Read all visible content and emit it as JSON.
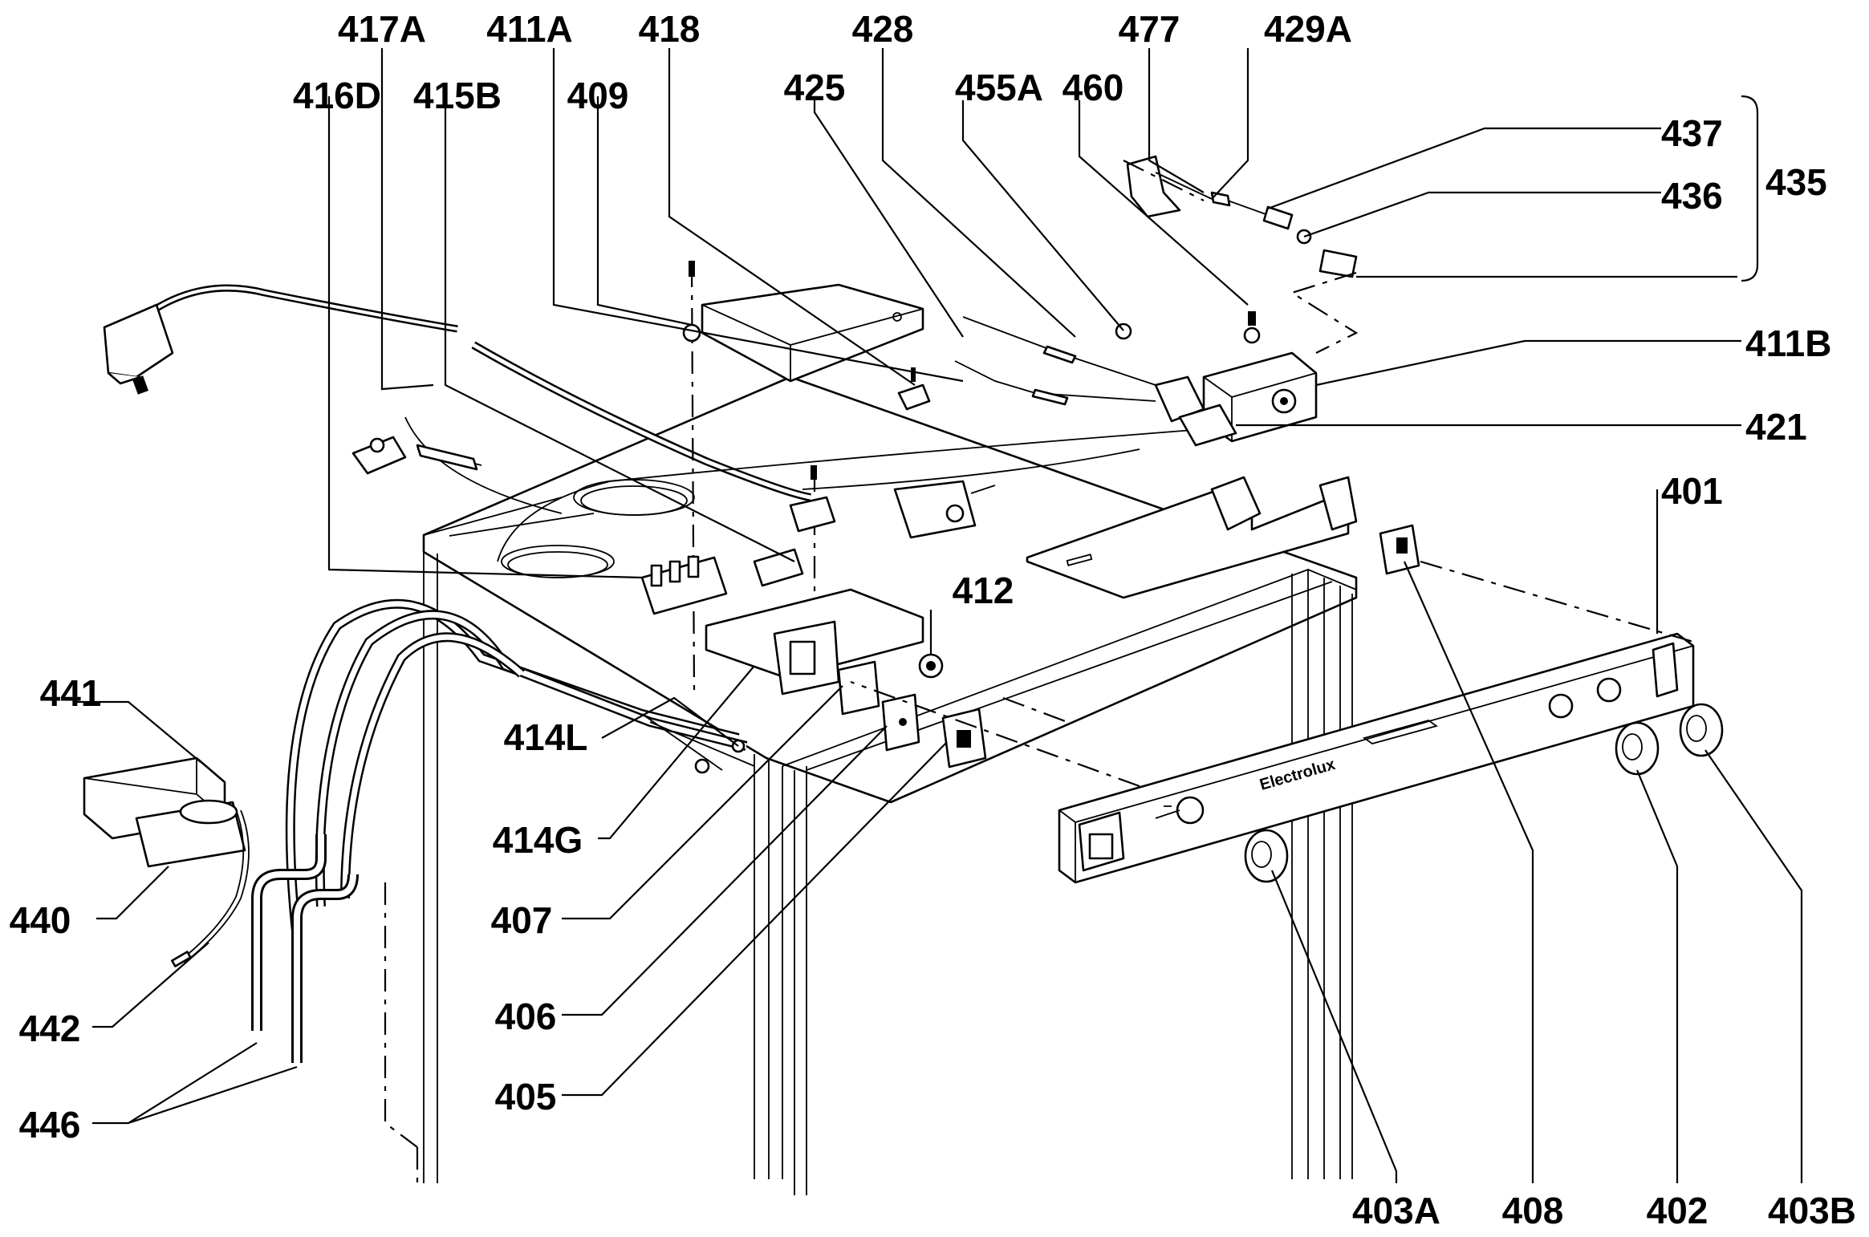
{
  "diagram": {
    "brand_text": "Electrolux",
    "part_labels": {
      "p417A": "417A",
      "p411A": "411A",
      "p418": "418",
      "p428": "428",
      "p477": "477",
      "p429A": "429A",
      "p416D": "416D",
      "p415B": "415B",
      "p409": "409",
      "p425": "425",
      "p455A": "455A",
      "p460": "460",
      "p437": "437",
      "p436": "436",
      "p435": "435",
      "p411B": "411B",
      "p421": "421",
      "p401": "401",
      "p412": "412",
      "p441": "441",
      "p414L": "414L",
      "p414G": "414G",
      "p440": "440",
      "p407": "407",
      "p442": "442",
      "p406": "406",
      "p446": "446",
      "p405": "405",
      "p403A": "403A",
      "p408": "408",
      "p402": "402",
      "p403B": "403B"
    }
  }
}
